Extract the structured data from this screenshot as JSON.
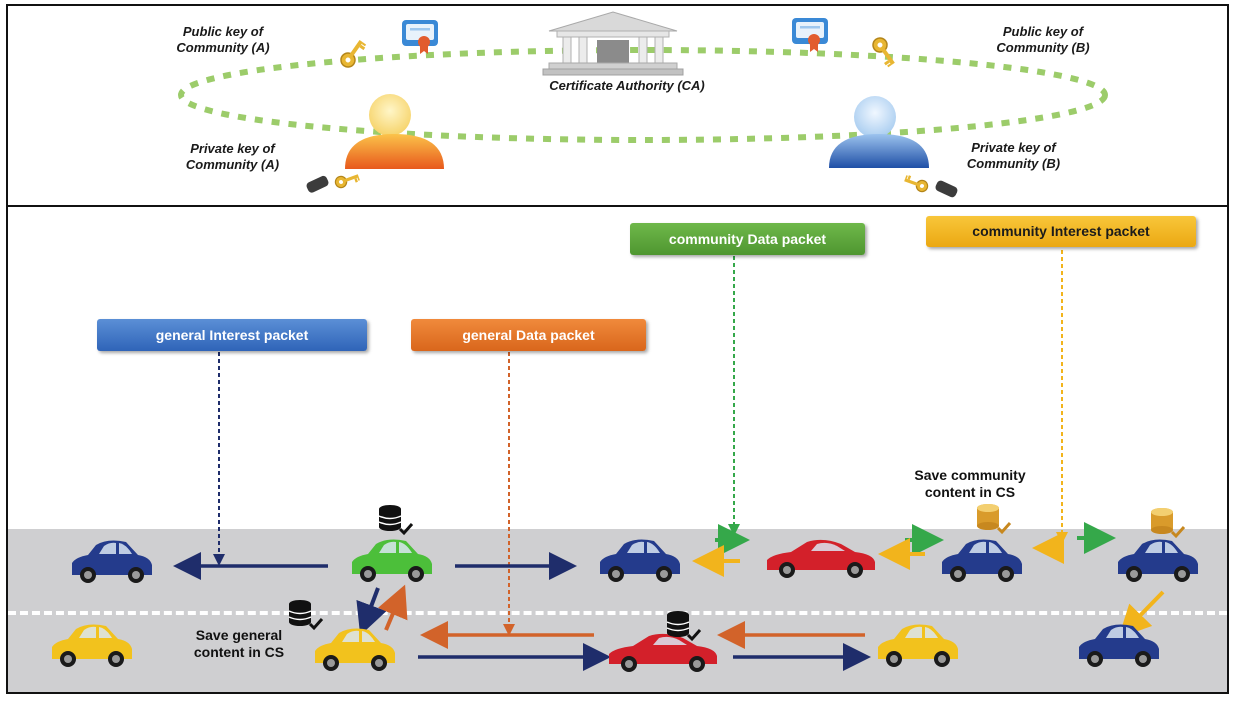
{
  "top": {
    "ca_label": "Certificate Authority (CA)",
    "public_key_a": "Public key of\nCommunity (A)",
    "public_key_b": "Public key of\nCommunity (B)",
    "private_key_a": "Private key of\nCommunity (A)",
    "private_key_b": "Private key of\nCommunity (B)"
  },
  "packets": {
    "general_interest": "general Interest packet",
    "general_data": "general  Data packet",
    "community_data": "community  Data packet",
    "community_interest": "community Interest packet"
  },
  "notes": {
    "save_general": "Save general\ncontent  in CS",
    "save_community": "Save community\ncontent  in CS"
  },
  "colors": {
    "general_interest": "#1f2d6b",
    "general_data": "#d2632a",
    "community_data": "#35a84a",
    "community_interest": "#f2b41c",
    "ring": "#9ccc6a",
    "road": "#cfcfd1"
  }
}
